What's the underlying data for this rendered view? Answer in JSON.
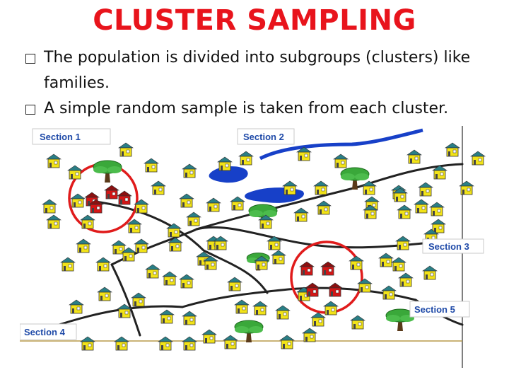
{
  "slide": {
    "title": "CLUSTER SAMPLING",
    "bullets": [
      "The population is divided into subgroups (clusters) like families.",
      "A simple random sample is taken from each cluster."
    ]
  },
  "map": {
    "section_labels": [
      "Section 1",
      "Section 2",
      "Section 3",
      "Section 4",
      "Section 5"
    ],
    "colors": {
      "title": "#e8141c",
      "house_roof": "#2a7f86",
      "house_wall": "#f2e318",
      "selected_house": "#d41616",
      "circle": "#e01b1b",
      "lake": "#1740c8",
      "tree": "#3aa83a",
      "label_text": "#1f4aa8",
      "road": "#222222"
    }
  }
}
